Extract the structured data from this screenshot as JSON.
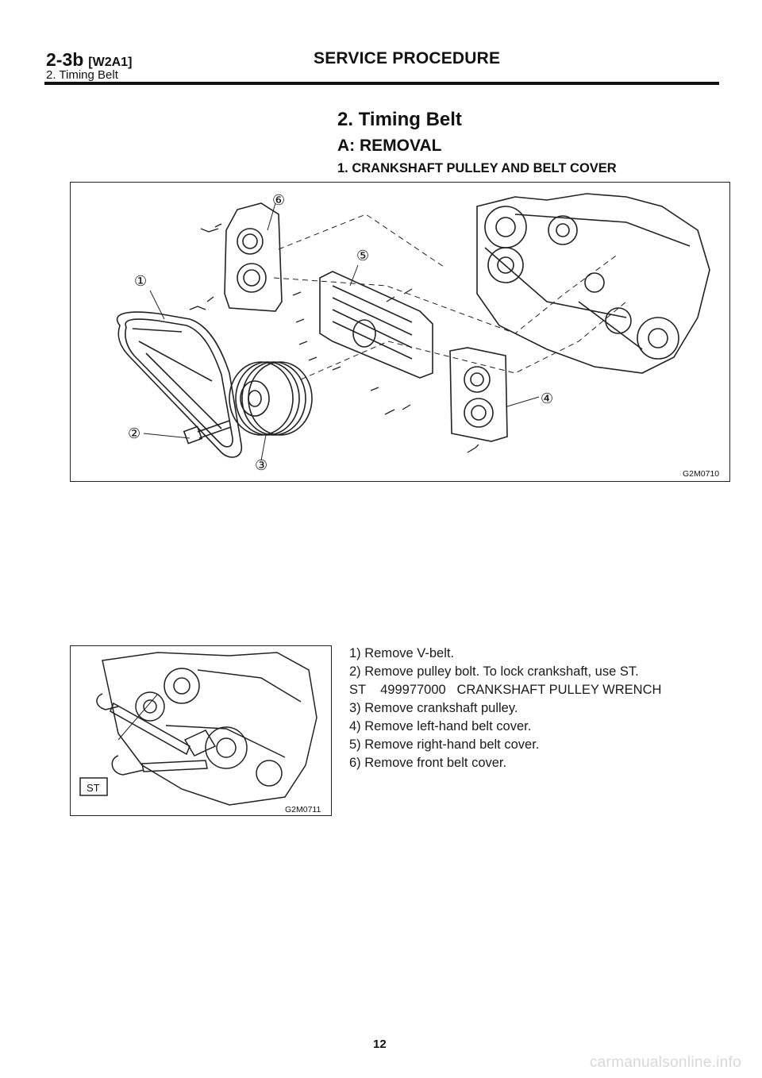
{
  "header": {
    "code": "2-3b",
    "code_sub": "[W2A1]",
    "section": "2. Timing Belt",
    "title": "SERVICE PROCEDURE"
  },
  "section_title": "2. Timing Belt",
  "subsection_title": "A: REMOVAL",
  "subsubsection_title": "1. CRANKSHAFT PULLEY AND BELT COVER",
  "figure1": {
    "id": "G2M0710",
    "callouts": [
      "①",
      "②",
      "③",
      "④",
      "⑤",
      "⑥"
    ]
  },
  "figure2": {
    "id": "G2M0711",
    "tool_label": "ST"
  },
  "steps": [
    "1) Remove V-belt.",
    "2) Remove pulley bolt. To lock crankshaft, use ST.",
    "ST    499977000   CRANKSHAFT PULLEY WRENCH",
    "3) Remove crankshaft pulley.",
    "4) Remove left-hand belt cover.",
    "5) Remove right-hand belt cover.",
    "6) Remove front belt cover."
  ],
  "page_number": "12",
  "watermark": "carmanualsonline.info"
}
